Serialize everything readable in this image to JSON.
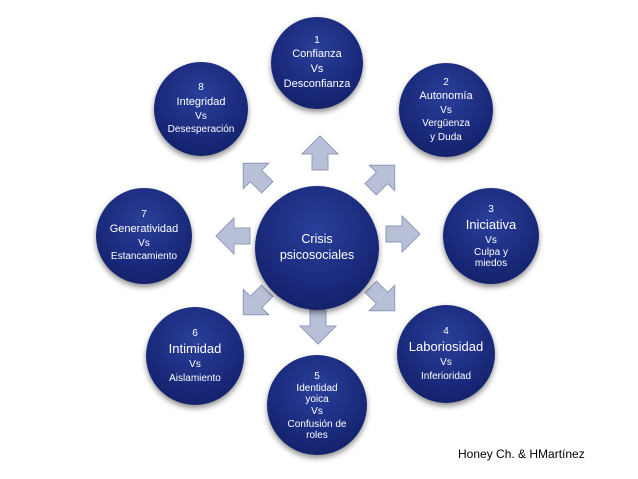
{
  "center": {
    "line1": "Crisis",
    "line2": "psicosociales"
  },
  "stages": [
    {
      "number": "1",
      "first": "Confianza",
      "vs": "Vs",
      "second_lines": [
        "Desconfianza"
      ]
    },
    {
      "number": "2",
      "first": "Autonomía",
      "vs": "Vs",
      "second_lines": [
        "Vergüenza",
        "y Duda"
      ]
    },
    {
      "number": "3",
      "first": "Iniciativa",
      "vs": "Vs",
      "second_lines": [
        "Culpa y",
        "miedos"
      ]
    },
    {
      "number": "4",
      "first": "Laboriosidad",
      "vs": "Vs",
      "second_lines": [
        "Inferioridad"
      ]
    },
    {
      "number": "5",
      "first_lines": [
        "Identidad",
        "yoica"
      ],
      "vs": "Vs",
      "second_lines": [
        "Confusión de",
        "roles"
      ]
    },
    {
      "number": "6",
      "first": "Intimidad",
      "vs": "Vs",
      "second_lines": [
        "Aislamiento"
      ]
    },
    {
      "number": "7",
      "first": "Generatividad",
      "vs": "Vs",
      "second_lines": [
        "Estancamiento"
      ]
    },
    {
      "number": "8",
      "first": "Integridad",
      "vs": "Vs",
      "second_lines": [
        "Desesperación"
      ]
    }
  ],
  "credit": "Honey Ch. & HMartínez",
  "colors": {
    "node": "#1a2a7c",
    "arrow": "#b8c0d8",
    "arrow_edge": "#8f98b8"
  }
}
